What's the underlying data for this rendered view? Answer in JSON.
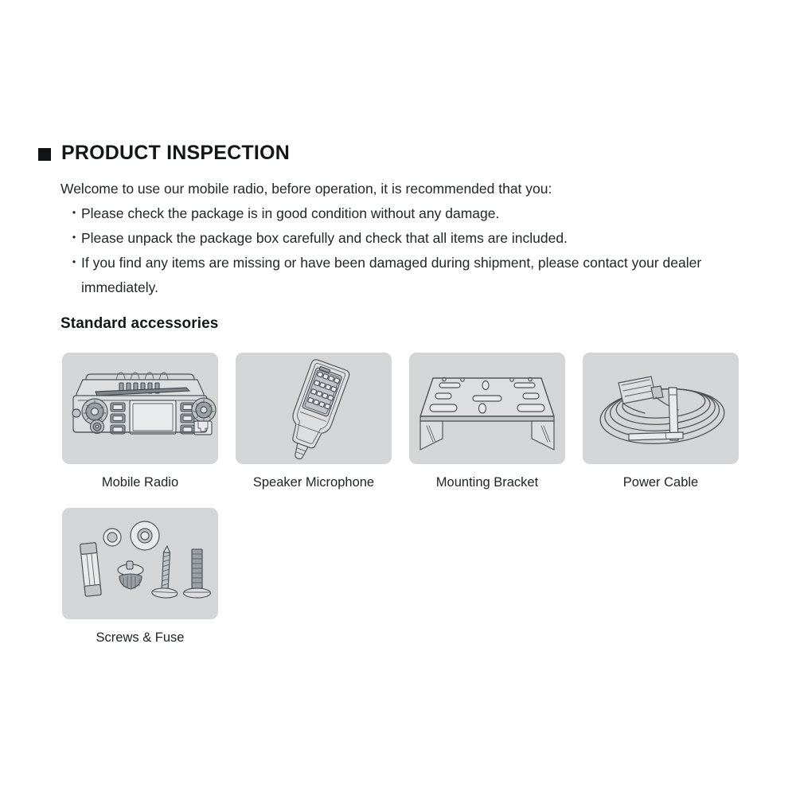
{
  "section": {
    "marker": "filled-square",
    "title": "PRODUCT INSPECTION"
  },
  "intro": {
    "lead": "Welcome to use our mobile radio, before operation, it is recommended that you:",
    "bullet_char": "・",
    "bullets": [
      "Please check the package is in good condition without any damage.",
      "Please unpack the package box carefully and check that all items are included.",
      "If you find any items are missing or have been damaged during shipment, please contact your dealer immediately."
    ]
  },
  "accessories": {
    "title": "Standard accessories",
    "items": [
      {
        "label": "Mobile Radio",
        "icon": "mobile-radio-illustration"
      },
      {
        "label": "Speaker Microphone",
        "icon": "speaker-microphone-illustration"
      },
      {
        "label": "Mounting Bracket",
        "icon": "mounting-bracket-illustration"
      },
      {
        "label": "Power Cable",
        "icon": "power-cable-illustration"
      },
      {
        "label": "Screws & Fuse",
        "icon": "screws-and-fuse-illustration"
      }
    ]
  },
  "colors": {
    "page_background": "#ffffff",
    "thumb_background": "#d3d5d7",
    "text": "#232527",
    "heading": "#141618",
    "line_art": "#4c5156"
  }
}
